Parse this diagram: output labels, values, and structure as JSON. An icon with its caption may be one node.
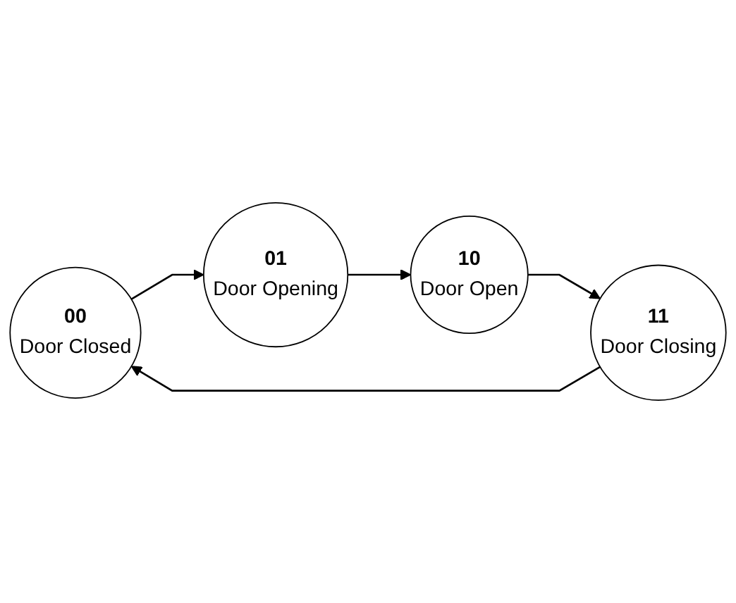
{
  "diagram": {
    "nodes": [
      {
        "text": [
          "00",
          "Door Closed"
        ]
      },
      {
        "text": [
          "01",
          "Door Opening"
        ]
      },
      {
        "text": [
          "10",
          "Door Open"
        ]
      },
      {
        "text": [
          "11",
          "Door Closing"
        ]
      }
    ],
    "edges": [
      {
        "from": 0,
        "to": 1,
        "arrow": "to"
      },
      {
        "from": 1,
        "to": 2,
        "arrow": "to"
      },
      {
        "from": 2,
        "to": 3,
        "arrow": "to"
      },
      {
        "from": 3,
        "to": 0,
        "arrow": "to"
      }
    ]
  }
}
